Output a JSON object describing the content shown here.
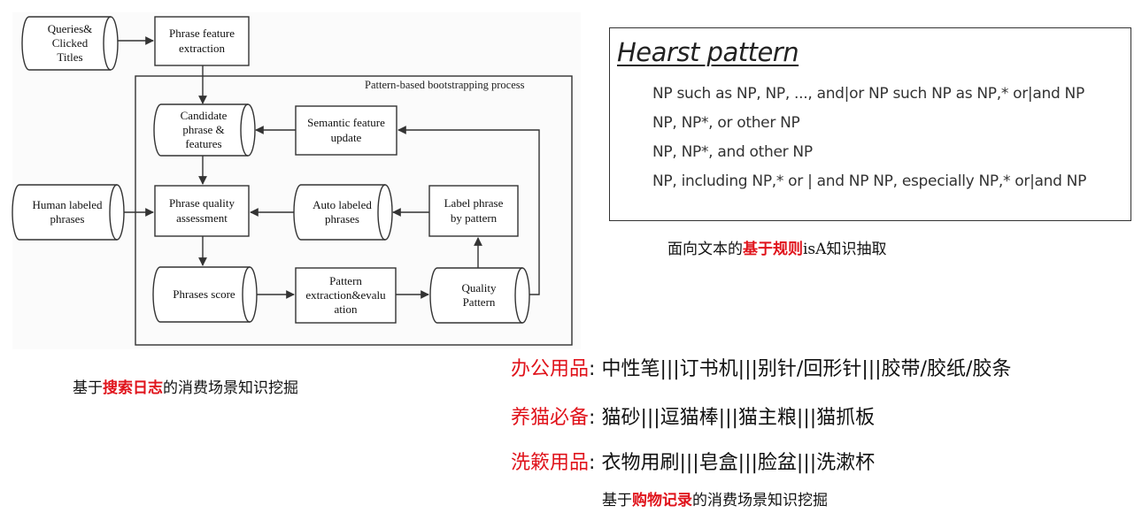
{
  "flow": {
    "group_label": "Pattern-based bootstrapping process",
    "nodes": {
      "queries": "Queries&\nClicked\nTitles",
      "phrase_feature": "Phrase feature\nextraction",
      "candidate": "Candidate\nphrase &\nfeatures",
      "semantic": "Semantic feature\nupdate",
      "human": "Human labeled\nphrases",
      "quality_assess": "Phrase quality\nassessment",
      "auto_labeled": "Auto labeled\nphrases",
      "label_phrase": "Label phrase\nby pattern",
      "phrases_score": "Phrases score",
      "pattern_extract": "Pattern\nextraction&evalu\nation",
      "quality_pattern": "Quality\nPattern"
    }
  },
  "captions": {
    "left": {
      "pre": "基于",
      "hl": "搜索日志",
      "post": "的消费场景知识挖掘"
    },
    "right_top": {
      "pre": "面向文本的",
      "hl": "基于规则",
      "post": "isA知识抽取"
    },
    "bottom": {
      "pre": "基于",
      "hl": "购物记录",
      "post": "的消费场景知识挖掘"
    }
  },
  "hearst": {
    "title": "Hearst pattern",
    "patterns": [
      "NP such as NP, NP, ..., and|or NP such NP as NP,* or|and NP",
      "NP, NP*, or other NP",
      "NP, NP*, and other NP",
      "NP, including NP,* or | and NP NP, especially NP,* or|and NP"
    ]
  },
  "scenes": [
    {
      "category": "办公用品",
      "sep": ":",
      "items": "中性笔|||订书机|||别针/回形针|||胶带/胶纸/胶条"
    },
    {
      "category": "养猫必备",
      "sep": ":",
      "items": "猫砂|||逗猫棒|||猫主粮|||猫抓板"
    },
    {
      "category": "洗簌用品",
      "sep": ":",
      "items": "衣物用刷|||皂盒|||脸盆|||洗漱杯"
    }
  ],
  "colors": {
    "highlight": "#e0131b",
    "stroke": "#333333"
  }
}
